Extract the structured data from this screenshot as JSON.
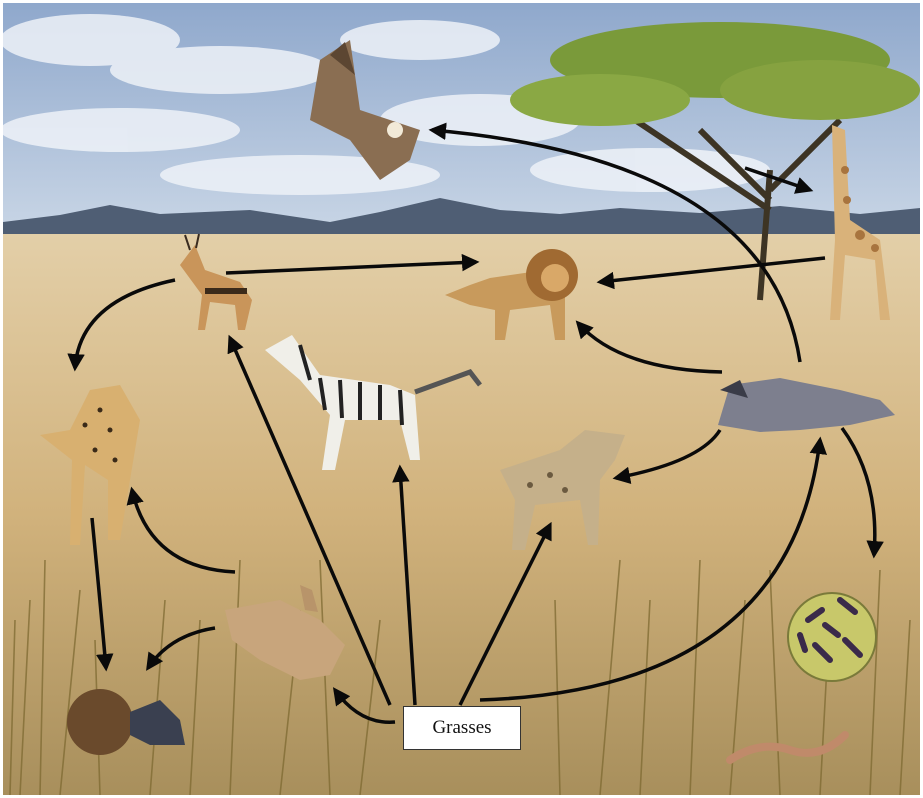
{
  "producer_label": "Grasses",
  "organisms": [
    {
      "id": "eagle",
      "icon": "eagle-icon"
    },
    {
      "id": "gazelle",
      "icon": "gazelle-icon"
    },
    {
      "id": "lion",
      "icon": "lion-icon"
    },
    {
      "id": "giraffe",
      "icon": "giraffe-icon"
    },
    {
      "id": "zebra",
      "icon": "zebra-icon"
    },
    {
      "id": "cheetah",
      "icon": "cheetah-icon"
    },
    {
      "id": "wildebeest-carcass",
      "icon": "wildebeest-carcass-icon"
    },
    {
      "id": "hyena",
      "icon": "hyena-icon"
    },
    {
      "id": "rabbit",
      "icon": "rabbit-icon"
    },
    {
      "id": "dung-beetle",
      "icon": "dung-beetle-icon"
    },
    {
      "id": "bacteria",
      "icon": "bacteria-icon"
    },
    {
      "id": "earthworm",
      "icon": "earthworm-icon"
    },
    {
      "id": "acacia-tree",
      "icon": "acacia-tree-icon"
    },
    {
      "id": "grasses",
      "icon": "grass-icon"
    }
  ],
  "energy_flows": [
    {
      "from": "grasses",
      "to": "rabbit"
    },
    {
      "from": "grasses",
      "to": "gazelle"
    },
    {
      "from": "grasses",
      "to": "zebra"
    },
    {
      "from": "grasses",
      "to": "hyena"
    },
    {
      "from": "grasses",
      "to": "wildebeest-carcass"
    },
    {
      "from": "gazelle",
      "to": "lion"
    },
    {
      "from": "gazelle",
      "to": "cheetah"
    },
    {
      "from": "giraffe",
      "to": "lion"
    },
    {
      "from": "wildebeest-carcass",
      "to": "lion"
    },
    {
      "from": "wildebeest-carcass",
      "to": "eagle"
    },
    {
      "from": "wildebeest-carcass",
      "to": "hyena"
    },
    {
      "from": "wildebeest-carcass",
      "to": "bacteria"
    },
    {
      "from": "rabbit",
      "to": "cheetah"
    },
    {
      "from": "rabbit",
      "to": "dung-beetle"
    },
    {
      "from": "cheetah",
      "to": "dung-beetle"
    },
    {
      "from": "acacia-tree",
      "to": "giraffe"
    }
  ],
  "colors": {
    "sky": "#9fb6d6",
    "cloud": "#e8edf4",
    "mountain": "#4f5e74",
    "savanna": "#d7b988",
    "grass": "#8a7a3c",
    "arrow": "#0a0a0a"
  }
}
